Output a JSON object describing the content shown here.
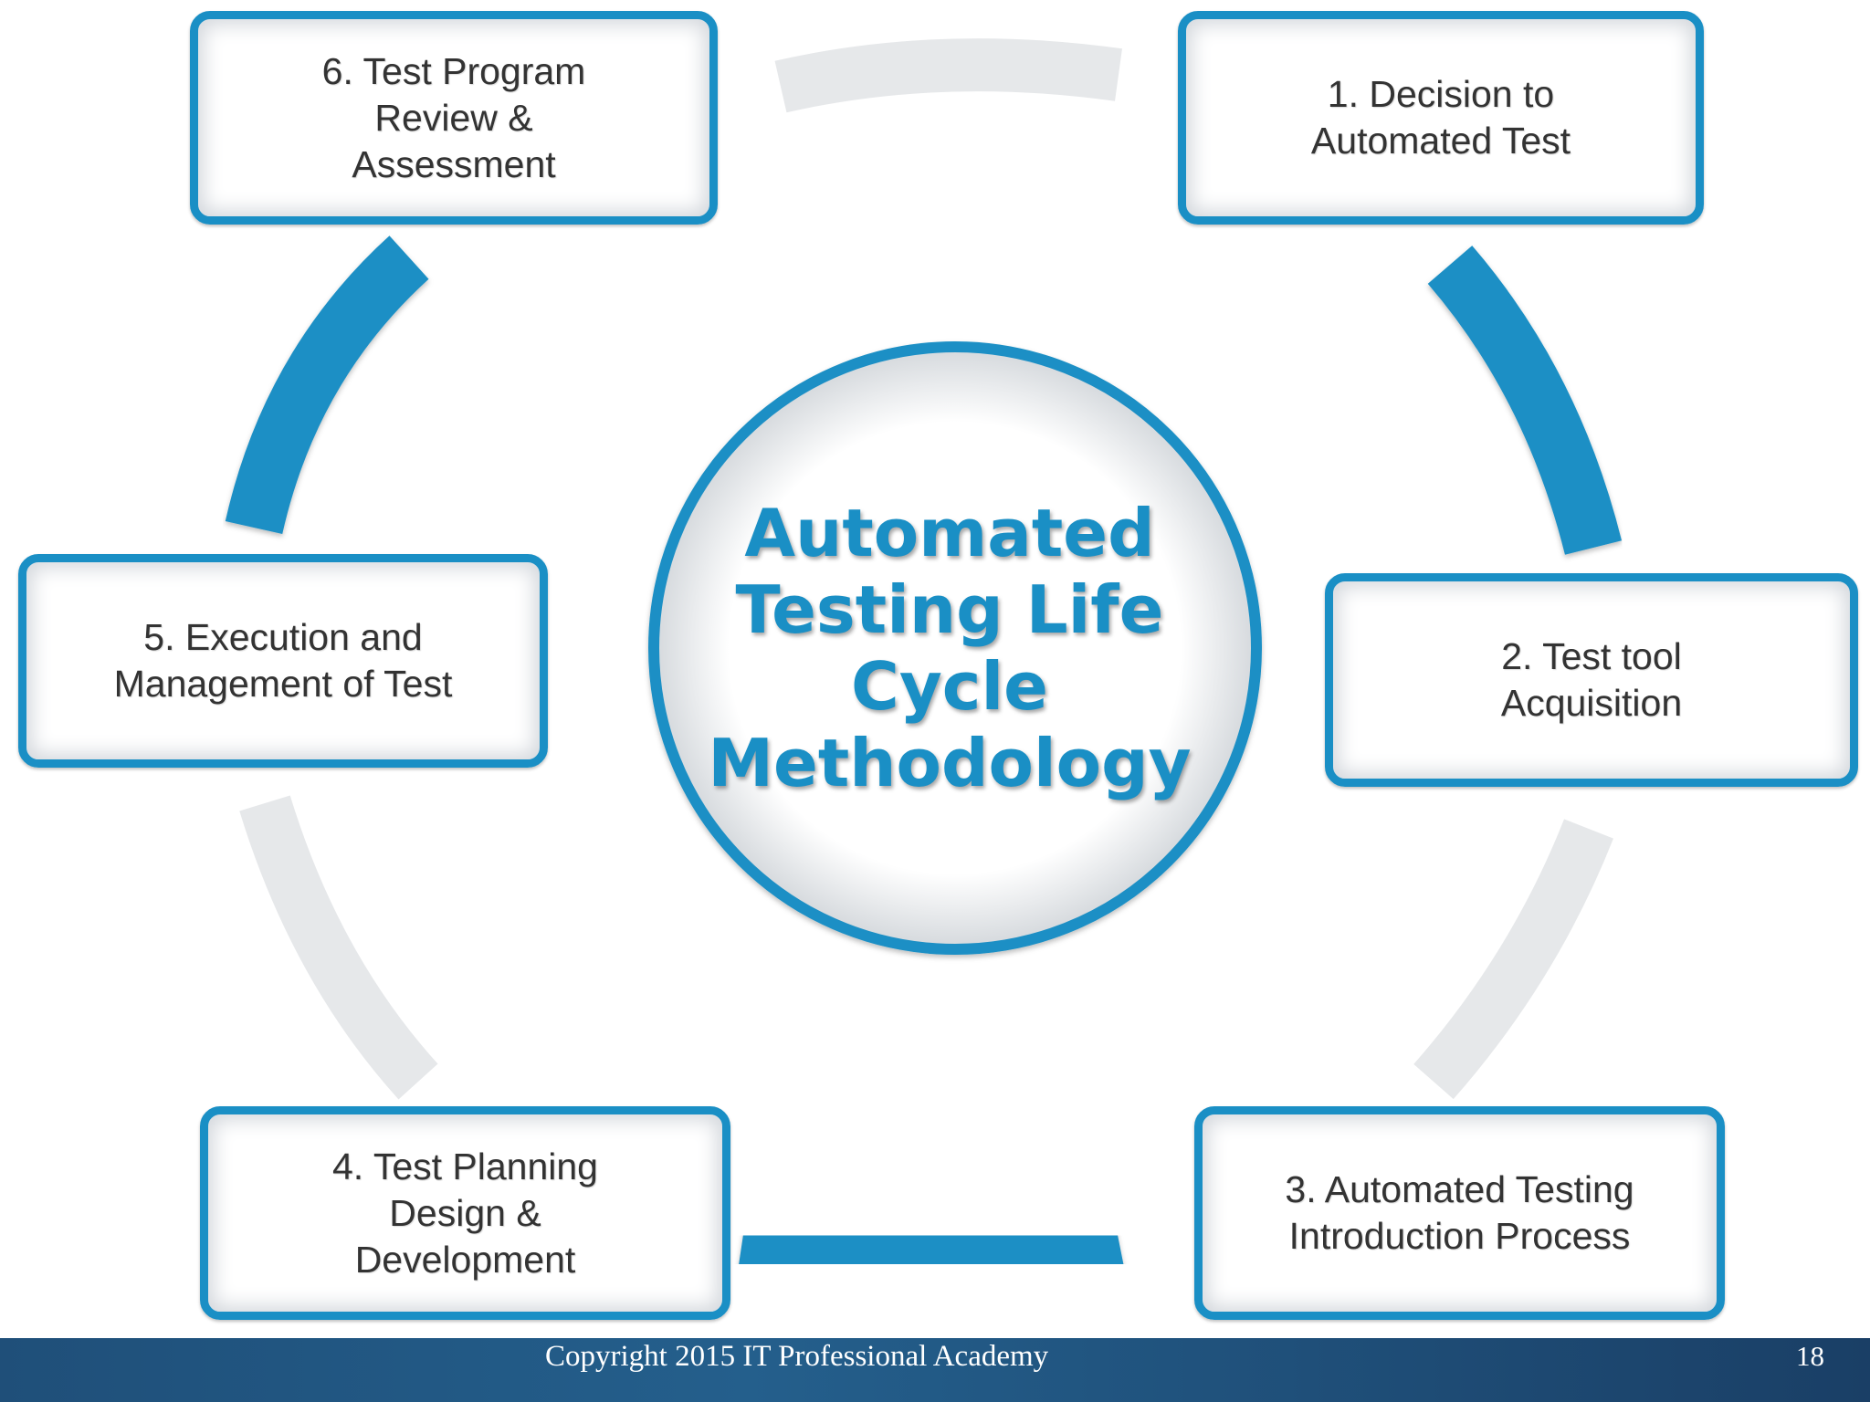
{
  "diagram": {
    "center_title": "Automated\nTesting Life\nCycle\nMethodology",
    "steps": [
      {
        "label": "1. Decision to\nAutomated Test"
      },
      {
        "label": "2. Test tool\nAcquisition"
      },
      {
        "label": "3. Automated Testing\nIntroduction Process"
      },
      {
        "label": "4. Test Planning\nDesign &\nDevelopment"
      },
      {
        "label": "5. Execution and\nManagement of Test"
      },
      {
        "label": "6. Test Program\nReview &\nAssessment"
      }
    ],
    "colors": {
      "accent": "#1a8fc5",
      "faded_arc": "#e6e8ea",
      "footer": "#245f8c"
    }
  },
  "footer": {
    "copyright": "Copyright 2015 IT Professional Academy",
    "page_number": "18"
  }
}
